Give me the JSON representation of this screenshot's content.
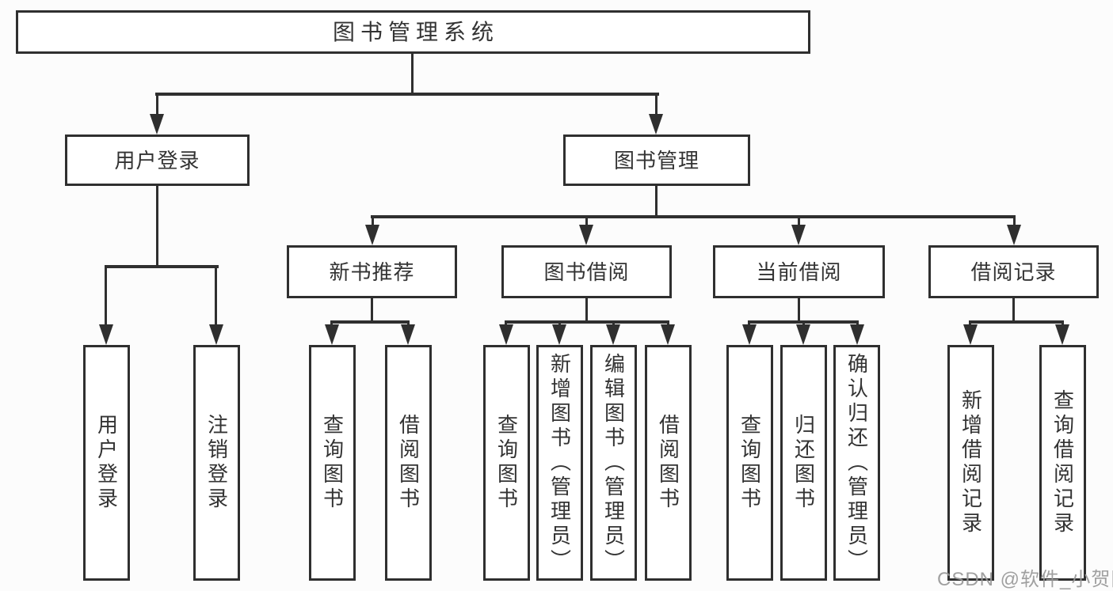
{
  "root": {
    "label": "图书管理系统"
  },
  "level2": [
    {
      "label": "用户登录"
    },
    {
      "label": "图书管理"
    }
  ],
  "level3": [
    {
      "label": "新书推荐"
    },
    {
      "label": "图书借阅"
    },
    {
      "label": "当前借阅"
    },
    {
      "label": "借阅记录"
    }
  ],
  "leaves": [
    {
      "label": "用户登录"
    },
    {
      "label": "注销登录"
    },
    {
      "label": "查询图书"
    },
    {
      "label": "借阅图书"
    },
    {
      "label": "查询图书"
    },
    {
      "label": "新增图书（管理员）"
    },
    {
      "label": "编辑图书（管理员）"
    },
    {
      "label": "借阅图书"
    },
    {
      "label": "查询图书"
    },
    {
      "label": "归还图书"
    },
    {
      "label": "确认归还（管理员）"
    },
    {
      "label": "新增借阅记录"
    },
    {
      "label": "查询借阅记录"
    }
  ],
  "watermark": {
    "text": "CSDN @软件_小贺同学"
  },
  "colors": {
    "line": "#2f2f2f",
    "text": "#333333",
    "watermark": "#989898",
    "background": "#ffffff"
  }
}
